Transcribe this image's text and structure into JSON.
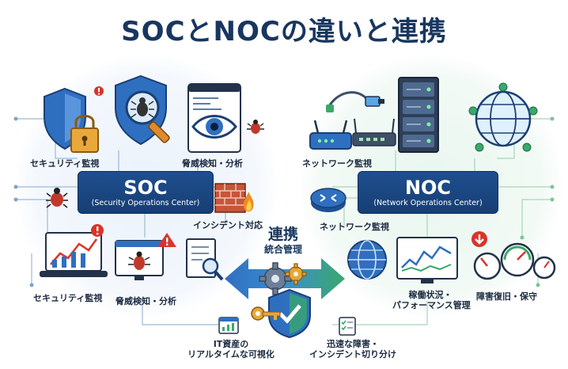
{
  "title": "SOCとNOCの違いと連携",
  "soc": {
    "name": "SOC",
    "full_name": "(Security Operations Center)",
    "labels": {
      "security_monitor_top": "セキュリティ監視",
      "threat_detect_top": "脅威検知・分析",
      "incident_response": "インシデント対応",
      "security_monitor_bottom": "セキュリティ監視",
      "threat_detect_bottom": "脅威検知・分析"
    }
  },
  "noc": {
    "name": "NOC",
    "full_name": "(Network Operations Center)",
    "labels": {
      "network_monitor_top": "ネットワーク監視",
      "network_monitor_mid": "ネットワーク監視",
      "uptime_line1": "稼働状況・",
      "uptime_line2": "パフォーマンス管理",
      "recovery": "障害復旧・保守"
    }
  },
  "center": {
    "renkei": "連携",
    "togo": "統合管理"
  },
  "bottom": {
    "visibility_line1": "IT資産の",
    "visibility_line2": "リアルタイムな可視化",
    "fast_line1": "迅速な障害・",
    "fast_line2": "インシデント切り分け"
  },
  "colors": {
    "navy": "#18365f",
    "shield_blue": "#2f6fc0",
    "alert_red": "#d8342c",
    "network_green": "#3aa86b",
    "light_blue": "#5aa6e6"
  }
}
